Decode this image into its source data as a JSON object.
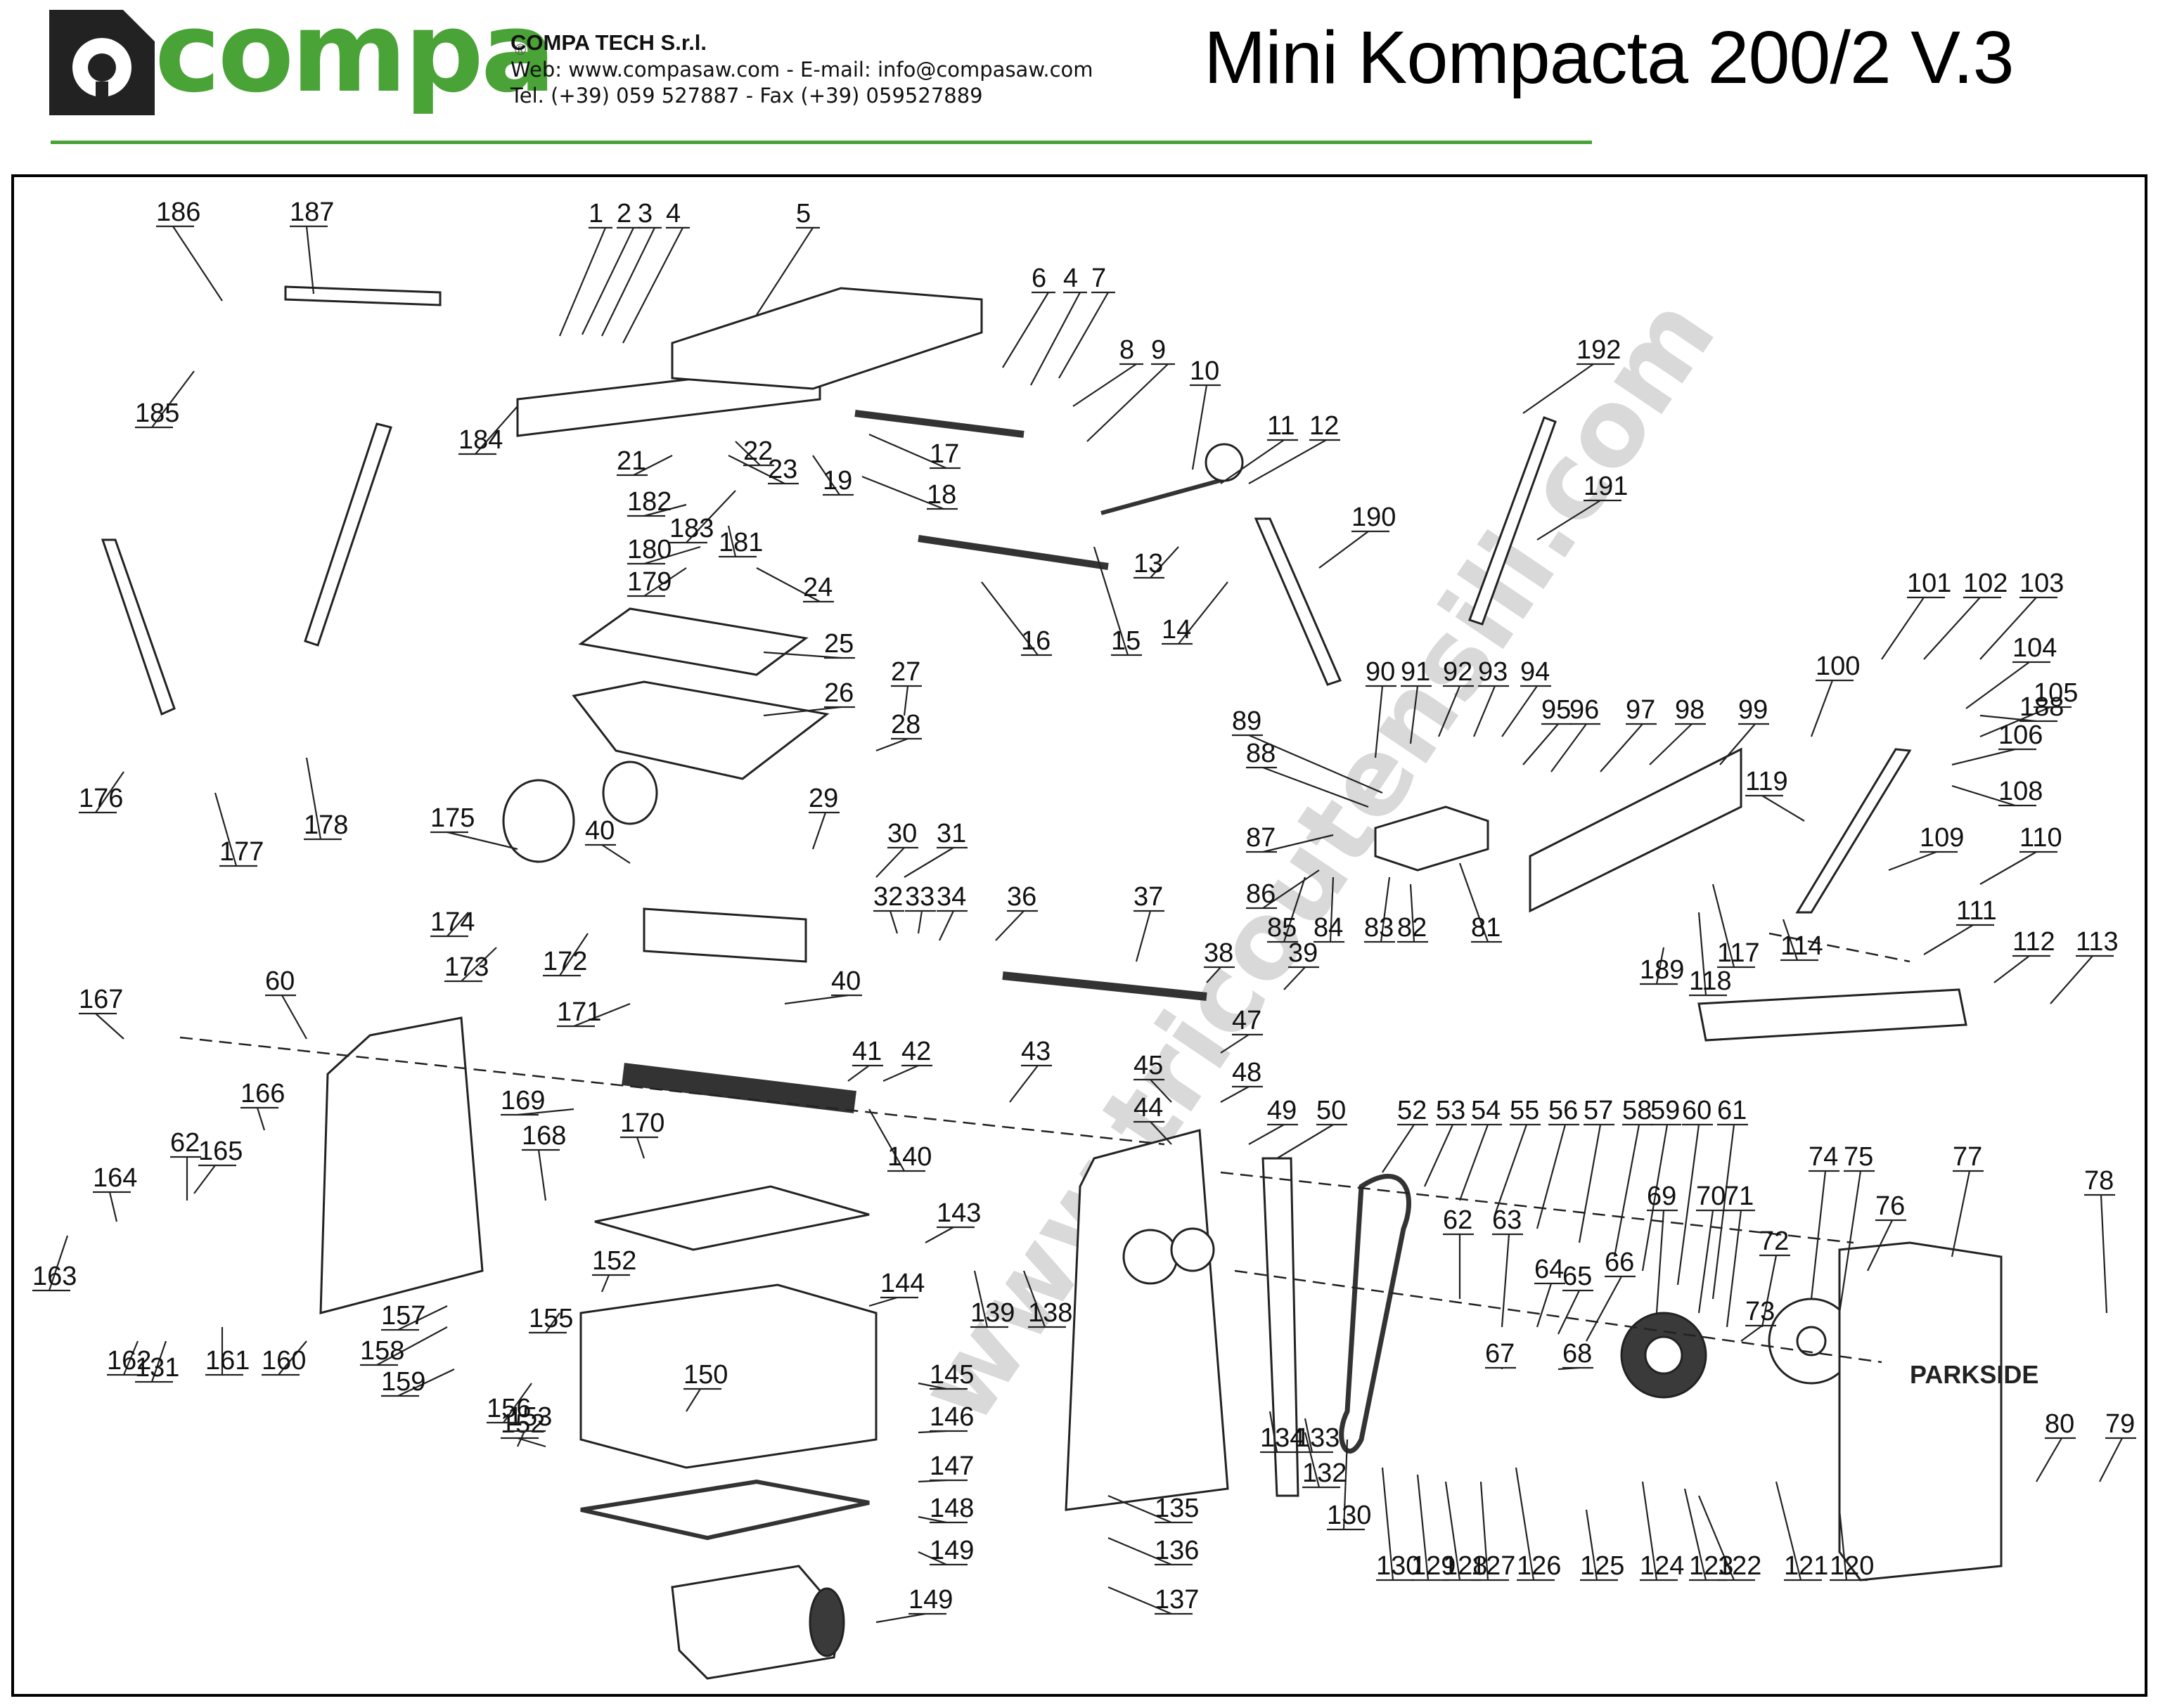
{
  "header": {
    "logo_text": "compa",
    "logo_registered": "®",
    "company_name": "COMPA TECH S.r.l.",
    "web_line": "Web: www.compasaw.com - E-mail: info@compasaw.com",
    "tel_line": "Tel. (+39) 059 527887 - Fax (+39) 059527889",
    "document_title": "Mini Kompacta 200/2 V.3"
  },
  "watermark": "www.tricoutensili.com",
  "brand_plate": "PARKSIDE",
  "colors": {
    "brand_green": "#4aa336",
    "ink": "#111111",
    "watermark": "#d9d9d9"
  },
  "part_labels": [
    "1",
    "2",
    "3",
    "4",
    "5",
    "6",
    "4",
    "7",
    "8",
    "9",
    "10",
    "11",
    "12",
    "13",
    "14",
    "15",
    "16",
    "17",
    "18",
    "19",
    "21",
    "22",
    "23",
    "24",
    "25",
    "26",
    "27",
    "28",
    "29",
    "30",
    "31",
    "32",
    "33",
    "34",
    "36",
    "37",
    "38",
    "39",
    "40",
    "40",
    "41",
    "42",
    "43",
    "44",
    "45",
    "47",
    "48",
    "49",
    "50",
    "52",
    "53",
    "54",
    "55",
    "56",
    "57",
    "58",
    "59",
    "60",
    "61",
    "60",
    "62",
    "62",
    "63",
    "64",
    "65",
    "66",
    "67",
    "68",
    "69",
    "70",
    "71",
    "72",
    "73",
    "74",
    "75",
    "76",
    "77",
    "78",
    "79",
    "80",
    "81",
    "82",
    "83",
    "84",
    "85",
    "86",
    "87",
    "88",
    "89",
    "90",
    "91",
    "92",
    "93",
    "94",
    "95",
    "96",
    "97",
    "98",
    "99",
    "100",
    "101",
    "102",
    "103",
    "104",
    "105",
    "106",
    "108",
    "109",
    "110",
    "111",
    "112",
    "113",
    "114",
    "117",
    "118",
    "119",
    "120",
    "121",
    "122",
    "123",
    "124",
    "125",
    "126",
    "127",
    "128",
    "129",
    "130",
    "130",
    "131",
    "132",
    "133",
    "134",
    "135",
    "136",
    "137",
    "138",
    "139",
    "140",
    "143",
    "144",
    "145",
    "146",
    "147",
    "148",
    "149",
    "149",
    "150",
    "152",
    "152",
    "153",
    "155",
    "156",
    "157",
    "158",
    "159",
    "160",
    "161",
    "162",
    "163",
    "164",
    "165",
    "166",
    "167",
    "168",
    "169",
    "170",
    "171",
    "172",
    "173",
    "174",
    "175",
    "176",
    "177",
    "178",
    "179",
    "180",
    "181",
    "182",
    "183",
    "184",
    "185",
    "186",
    "187",
    "188",
    "189",
    "190",
    "191",
    "192"
  ]
}
